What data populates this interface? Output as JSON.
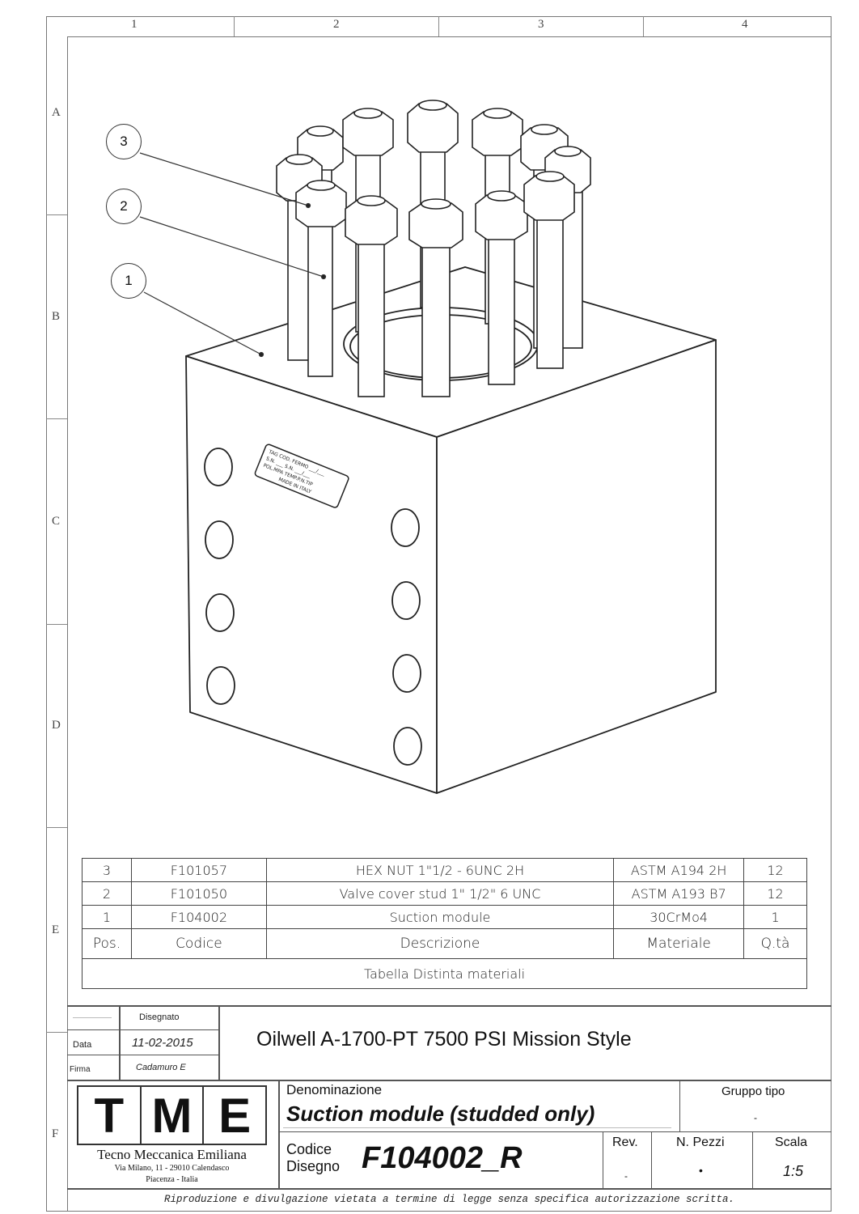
{
  "grid": {
    "columns": [
      "1",
      "2",
      "3",
      "4"
    ],
    "rows": [
      "A",
      "B",
      "C",
      "D",
      "E",
      "F"
    ]
  },
  "balloons": [
    "3",
    "2",
    "1"
  ],
  "bom": {
    "rows": [
      {
        "pos": "3",
        "code": "F101057",
        "desc": "HEX NUT 1\"1/2 - 6UNC 2H",
        "material": "ASTM A194 2H",
        "qty": "12"
      },
      {
        "pos": "2",
        "code": "F101050",
        "desc": "Valve cover stud 1\" 1/2\" 6 UNC",
        "material": "ASTM A193 B7",
        "qty": "12"
      },
      {
        "pos": "1",
        "code": "F104002",
        "desc": "Suction module",
        "material": "30CrMo4",
        "qty": "1"
      }
    ],
    "header": {
      "pos": "Pos.",
      "code": "Codice",
      "desc": "Descrizione",
      "material": "Materiale",
      "qty": "Q.tà"
    },
    "caption": "Tabella Distinta materiali"
  },
  "title_block": {
    "disegnato_label": "Disegnato",
    "data_label": "Data",
    "data_value": "11-02-2015",
    "firma_label": "Firma",
    "firma_value": "Cadamuro E",
    "project_title": "Oilwell A-1700-PT 7500 PSI Mission Style",
    "denominazione_label": "Denominazione",
    "denominazione_value": "Suction module (studded only)",
    "gruppo_label": "Gruppo tipo",
    "gruppo_value": "-",
    "codice_label_1": "Codice",
    "codice_label_2": "Disegno",
    "codice_value": "F104002_R",
    "rev_label": "Rev.",
    "rev_value": "-",
    "pezzi_label": "N. Pezzi",
    "pezzi_value": "•",
    "scala_label": "Scala",
    "scala_value": "1:5",
    "company_letters": [
      "T",
      "M",
      "E"
    ],
    "company_name": "Tecno Meccanica Emiliana",
    "company_address": "Via Milano, 11 - 29010 Calendasco",
    "company_city": "Piacenza - Italia",
    "disclaimer": "Riproduzione e divulgazione vietata a termine di legge senza specifica autorizzazione scritta."
  },
  "nameplate_lines": [
    "TAG COD. FERMO ___/___",
    "S.N. ___  S.N. ___/___",
    "POL.MPA  TEMP.P.N.TIP",
    "MADE IN ITALY"
  ]
}
